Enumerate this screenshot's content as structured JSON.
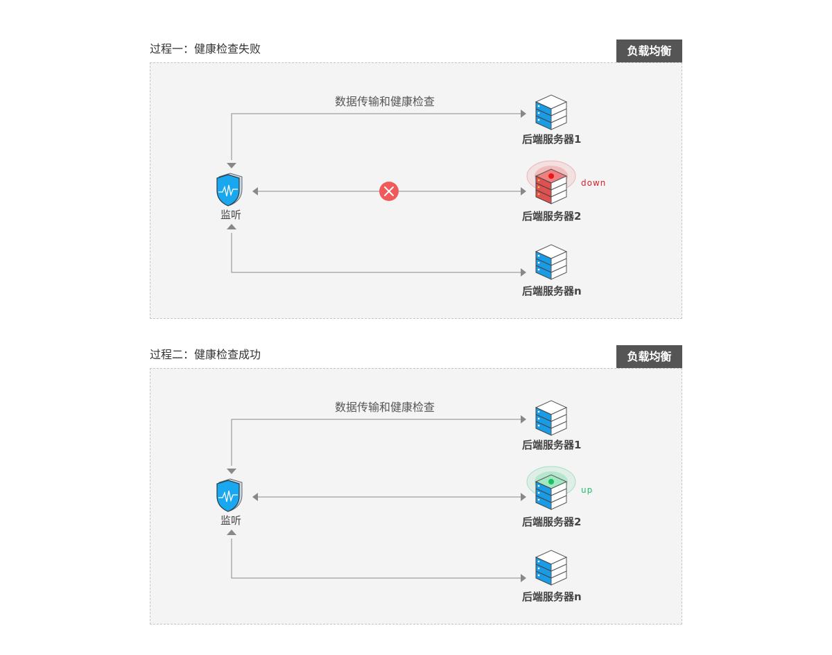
{
  "sections": [
    {
      "title": "过程一：健康检查失败",
      "badge": "负载均衡",
      "flow_label": "数据传输和健康检查",
      "monitor_label": "监听",
      "servers": [
        "后端服务器1",
        "后端服务器2",
        "后端服务器n"
      ],
      "status": "down",
      "status_color": "#d9202a"
    },
    {
      "title": "过程二：健康检查成功",
      "badge": "负载均衡",
      "flow_label": "数据传输和健康检查",
      "monitor_label": "监听",
      "servers": [
        "后端服务器1",
        "后端服务器2",
        "后端服务器n"
      ],
      "status": "up",
      "status_color": "#1fbf6a"
    }
  ],
  "colors": {
    "server_blue": "#1a9be6",
    "server_down": "#e05050",
    "shield_blue": "#19a7f0",
    "error_circle": "#f05a5a",
    "line": "#888888"
  },
  "icons": [
    "shield-monitor-icon",
    "server-icon",
    "error-x-icon"
  ]
}
